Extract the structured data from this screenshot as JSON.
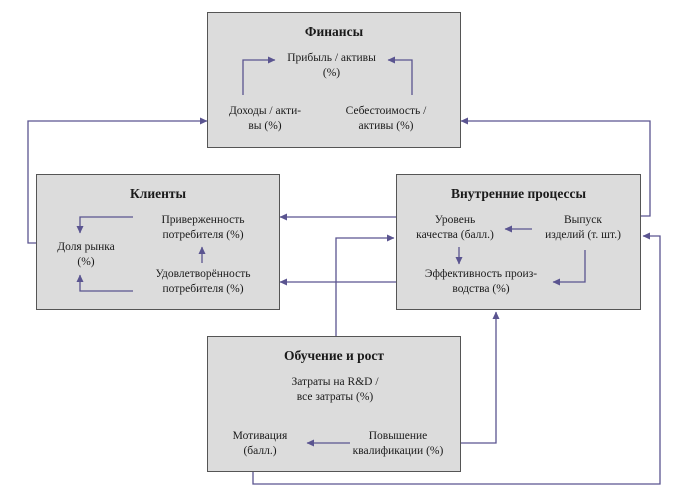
{
  "finance": {
    "title": "Финансы",
    "profit": [
      "Прибыль / активы",
      "(%)"
    ],
    "revenue": [
      "Доходы / акти-",
      "вы (%)"
    ],
    "cost": [
      "Себестоимость /",
      "активы (%)"
    ]
  },
  "clients": {
    "title": "Клиенты",
    "market_share": [
      "Доля рынка",
      "(%)"
    ],
    "loyalty": [
      "Приверженность",
      "потребителя (%)"
    ],
    "satisfaction": [
      "Удовлетворённость",
      "потребителя (%)"
    ]
  },
  "processes": {
    "title": "Внутренние процессы",
    "quality": [
      "Уровень",
      "качества (балл.)"
    ],
    "output": [
      "Выпуск",
      "изделий (т. шт.)"
    ],
    "efficiency": [
      "Эффективность произ-",
      "водства (%)"
    ]
  },
  "learning": {
    "title": "Обучение и рост",
    "rd": [
      "Затраты на R&D /",
      "все затраты (%)"
    ],
    "motivation": [
      "Мотивация",
      "(балл.)"
    ],
    "qualification": [
      "Повышение",
      "квалификации (%)"
    ]
  },
  "colors": {
    "arrow": "#5a5490",
    "box_fill": "#dcdcdc",
    "box_border": "#555555"
  }
}
